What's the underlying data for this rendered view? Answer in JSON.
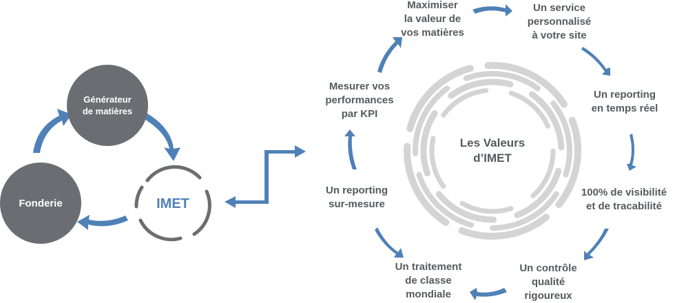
{
  "colors": {
    "arrow": "#4f81b7",
    "node": "#6b6d72",
    "ring": "#d0d0d0",
    "imet_ring": "#6b6d72",
    "text": "#555a5f",
    "imet_text": "#4f81b7"
  },
  "left_cycle": {
    "nodes": [
      {
        "id": "generateur",
        "lines": [
          "Générateur",
          "de matières"
        ]
      },
      {
        "id": "fonderie",
        "lines": [
          "Fonderie"
        ]
      },
      {
        "id": "imet",
        "lines": [
          "IMET"
        ]
      }
    ]
  },
  "center": {
    "lines": [
      "Les Valeurs",
      "d’IMET"
    ]
  },
  "values": [
    {
      "id": "maximiser",
      "lines": [
        "Maximiser",
        "la valeur de",
        "vos matières"
      ]
    },
    {
      "id": "service",
      "lines": [
        "Un service",
        "personnalisé",
        "à votre site"
      ]
    },
    {
      "id": "reporting-temps-reel",
      "lines": [
        "Un reporting",
        "en temps réel"
      ]
    },
    {
      "id": "visibilite",
      "lines": [
        "100% de visibilité",
        "et de tracabilité"
      ]
    },
    {
      "id": "controle",
      "lines": [
        "Un contrôle",
        "qualité",
        "rigoureux"
      ]
    },
    {
      "id": "traitement",
      "lines": [
        "Un traitement",
        "de classe",
        "mondiale"
      ]
    },
    {
      "id": "reporting-sur-mesure",
      "lines": [
        "Un reporting",
        "sur-mesure"
      ]
    },
    {
      "id": "kpi",
      "lines": [
        "Mesurer vos",
        "performances",
        "par KPI"
      ]
    }
  ]
}
